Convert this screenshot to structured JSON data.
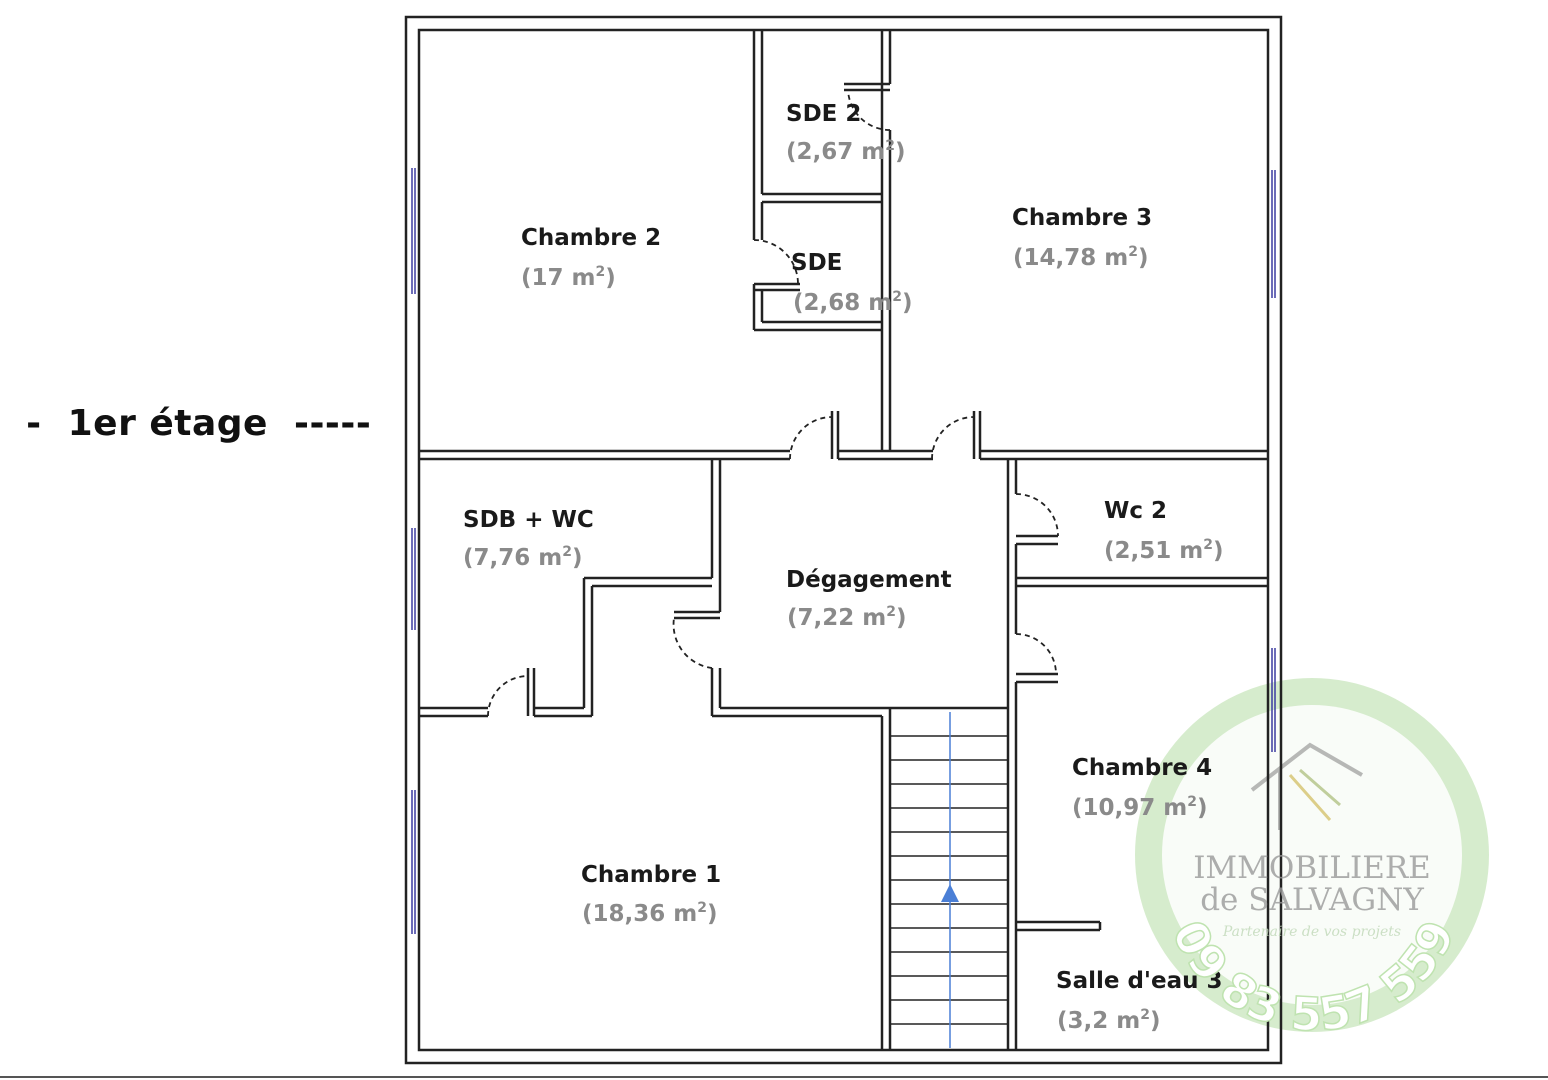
{
  "floor_label": "1er étage",
  "floor_label_left_dash": "-",
  "floor_label_right_dashes": "-----",
  "rooms": {
    "chambre2": {
      "name": "Chambre 2",
      "area_value": "(17 m",
      "area_unit_sup": "2",
      "area_close": ")"
    },
    "sde2": {
      "name": "SDE 2",
      "area_value": "(2,67 m",
      "area_unit_sup": "2",
      "area_close": ")"
    },
    "sde": {
      "name": "SDE",
      "area_value": "(2,68 m",
      "area_unit_sup": "2",
      "area_close": ")"
    },
    "chambre3": {
      "name": "Chambre 3",
      "area_value": "(14,78 m",
      "area_unit_sup": "2",
      "area_close": ")"
    },
    "sdb_wc": {
      "name": "SDB + WC",
      "area_value": "(7,76 m",
      "area_unit_sup": "2",
      "area_close": ")"
    },
    "degagement": {
      "name": "Dégagement",
      "area_value": "(7,22 m",
      "area_unit_sup": "2",
      "area_close": ")"
    },
    "wc2": {
      "name": "Wc 2",
      "area_value": "(2,51 m",
      "area_unit_sup": "2",
      "area_close": ")"
    },
    "chambre4": {
      "name": "Chambre 4",
      "area_value": "(10,97 m",
      "area_unit_sup": "2",
      "area_close": ")"
    },
    "chambre1": {
      "name": "Chambre 1",
      "area_value": "(18,36 m",
      "area_unit_sup": "2",
      "area_close": ")"
    },
    "salle_eau3": {
      "name": "Salle d'eau 3",
      "area_value": "(3,2 m",
      "area_unit_sup": "2",
      "area_close": ")"
    }
  },
  "watermark": {
    "line1": "IMMOBILIERE",
    "line2": "de SALVAGNY",
    "tagline": "Partenaire de vos projets",
    "phone": "09 83 557 559",
    "color": "#cfe9c4"
  },
  "colors": {
    "wall_fill": "#ffffff",
    "wall_stroke": "#222222",
    "window": "#3a3aa0",
    "stair_arrow": "#4a7fd6"
  }
}
